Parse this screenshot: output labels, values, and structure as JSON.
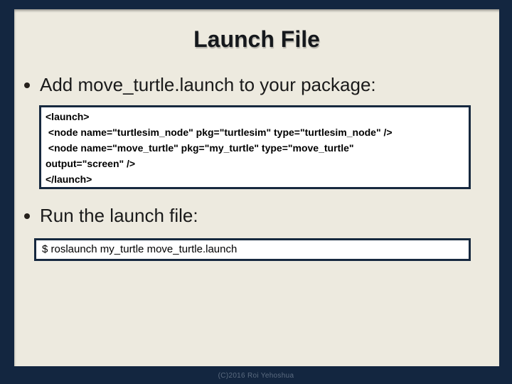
{
  "slide": {
    "title": "Launch File",
    "bullets": [
      "Add move_turtle.launch to your package:",
      "Run the launch file:"
    ],
    "code_block": {
      "lines": [
        "<launch>",
        " <node name=\"turtlesim_node\" pkg=\"turtlesim\" type=\"turtlesim_node\" />",
        " <node name=\"move_turtle\" pkg=\"my_turtle\" type=\"move_turtle\"",
        "output=\"screen\" />",
        "</launch>"
      ]
    },
    "command_block": {
      "text": "$ roslaunch my_turtle move_turtle.launch"
    },
    "footer": "(C)2016 Roi Yehoshua",
    "colors": {
      "frame": "#132640",
      "background": "#EDEADF",
      "code_border": "#17293F",
      "code_background": "#FFFFFF",
      "text": "#1A1A1A",
      "footer_text": "#5C6C80"
    }
  }
}
